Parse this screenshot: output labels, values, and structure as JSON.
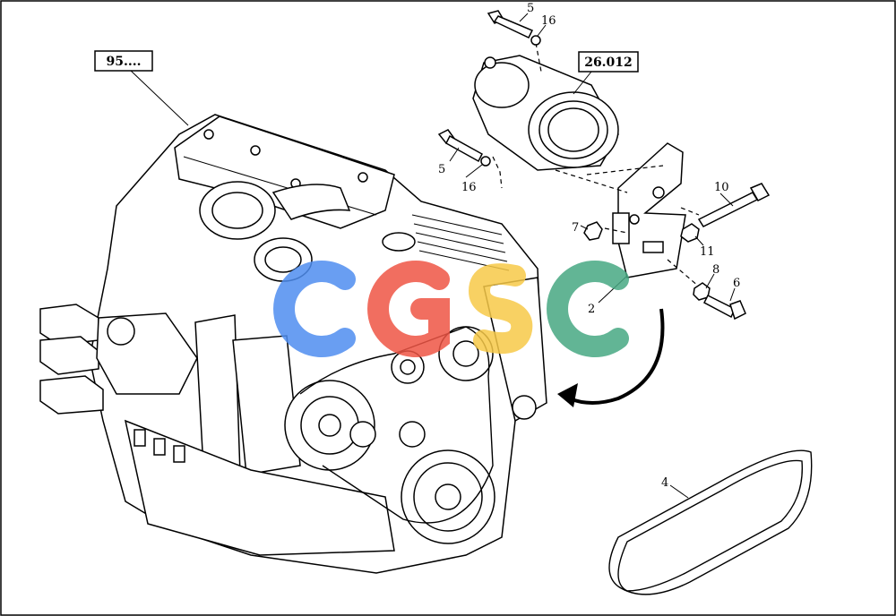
{
  "references": [
    {
      "id": "engine-ref",
      "text": "95...."
    },
    {
      "id": "compressor-ref",
      "text": "26.012"
    }
  ],
  "callouts": {
    "c5a": "5",
    "c16a": "16",
    "c5b": "5",
    "c16b": "16",
    "c7": "7",
    "c10": "10",
    "c11": "11",
    "c8": "8",
    "c6": "6",
    "c2": "2",
    "c4": "4"
  },
  "watermark": {
    "text": "CGSC",
    "colors": [
      "#4f8ef0",
      "#ef5545",
      "#f7c948",
      "#47a882"
    ]
  },
  "colors": {
    "line": "#000000",
    "background": "#ffffff"
  }
}
